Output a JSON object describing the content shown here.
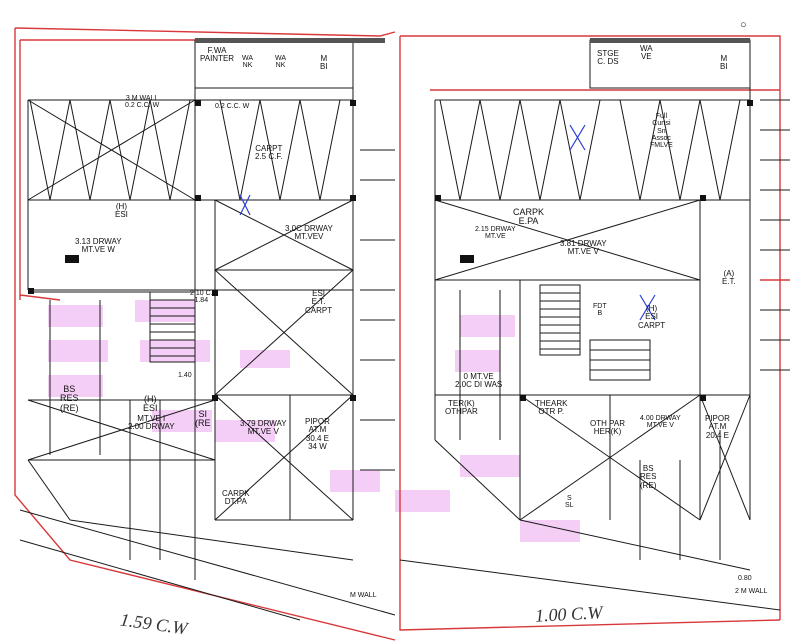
{
  "colors": {
    "line": "#1a1a1a",
    "red": "#d9383a",
    "magenta": "#e9a0ee",
    "blue": "#2a3fd6"
  },
  "labels": {
    "l_fwa_painter": "F.WA\nPAINTER",
    "l_left_topmid1": "WA\nNK",
    "l_left_topmid2": "WA\nNK",
    "l_left_topright": "M\nBI",
    "l_left_wall": "3 M WALL\n0.2 C.C. W",
    "l_left_wall2": "0.2 C.C. W",
    "l_left_carp": "CARPT\n2.5 C.F.",
    "l_left_esi": "(H)\nESI",
    "l_left_drway1": "3.13 DRWAY\nMT.VE W",
    "l_left_drway2": "3.0C DRWAY\nMT.VEV",
    "l_left_esi2": "ESI\nE.T.\nCARPT",
    "l_left_bs": "BS\nRES\n(RE)",
    "l_left_esi3": "(H)\nESI",
    "l_left_drway3": "MT.VE I\n2.00 DRWAY",
    "l_left_re": "SI\n(RE",
    "l_left_drway4": "3.79 DRWAY\nMT.VE V",
    "l_left_ppa": "PIPOR\nAT.M\n30.4 E\n34 W",
    "l_left_carp2": "CARPK\nDT.PA",
    "l_left_dim1": "2.10 C.\n1.84",
    "l_left_dim2": "1.40",
    "l_left_bottom": "1.59 C.W",
    "l_right_top1": "STGE\nC. DS",
    "l_right_top2": "WA\nVE",
    "l_right_top3": "M\nBI",
    "l_right_mid1": "Full\nCurtsi\nSn\nAssoc\nFMLVE",
    "l_right_carp": "CARPK\nE.PA",
    "l_right_mid2": "2.15 DRWAY\nMT.VE",
    "l_right_drway": "3.81 DRWAY\nMT.VE V",
    "l_right_a": "(A)\nE.T.",
    "l_right_fdt": "FDT\nB",
    "l_right_esi": "(H)\nESI\nCARPT",
    "l_right_drway2": "0 MT.VE\n2.0C DI WAS",
    "l_right_park1": "TER(K)\nOTHPAR",
    "l_right_park2": "THEARK\nOTR P.",
    "l_right_park3": "OTH PAR\nHER(K)",
    "l_right_drway3": "4.00 DRWAY\nMT.VE V",
    "l_right_ppa": "PIPOR\nAT.M\n20.4 E",
    "l_right_bs": "BS\nRES\n(RE)",
    "l_right_dim": "0.80",
    "l_right_wall": "2 M WALL",
    "l_right_bottom": "1.00 C.W",
    "l_left_wall_bot": "M WALL",
    "l_right_ss": "S\nSL"
  }
}
